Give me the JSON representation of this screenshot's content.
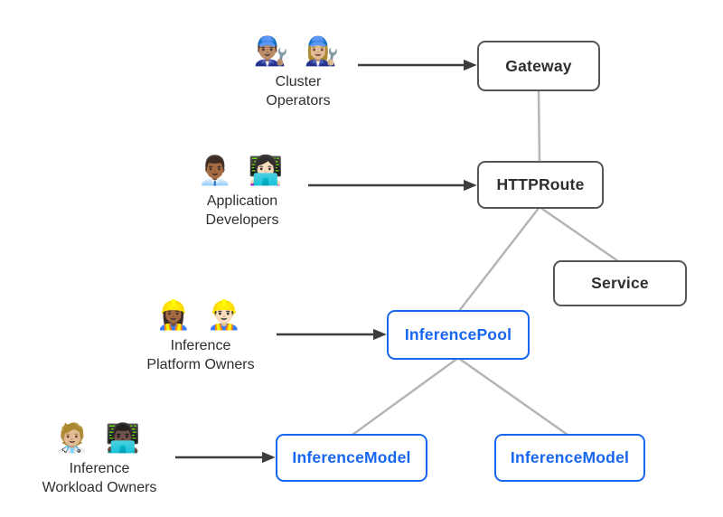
{
  "actors": {
    "cluster_operators": {
      "emojis": "👨🏽‍🔧 👩🏼‍🔧",
      "line1": "Cluster",
      "line2": "Operators"
    },
    "application_developers": {
      "emojis": "👨🏾‍💼 👩🏻‍💻",
      "line1": "Application",
      "line2": "Developers"
    },
    "inference_platform_owners": {
      "emojis": "👷🏾‍♀️ 👷🏻‍♂️",
      "line1": "Inference",
      "line2": "Platform Owners"
    },
    "inference_workload_owners": {
      "emojis": "🧑🏼‍⚕️ 👨🏿‍💻",
      "line1": "Inference",
      "line2": "Workload Owners"
    }
  },
  "nodes": {
    "gateway": {
      "label": "Gateway",
      "style": "dark"
    },
    "httproute": {
      "label": "HTTPRoute",
      "style": "dark"
    },
    "service": {
      "label": "Service",
      "style": "dark"
    },
    "inference_pool": {
      "label": "InferencePool",
      "style": "blue"
    },
    "inference_model_left": {
      "label": "InferenceModel",
      "style": "blue"
    },
    "inference_model_right": {
      "label": "InferenceModel",
      "style": "blue"
    }
  },
  "edges": [
    {
      "from": "Cluster Operators",
      "to": "Gateway",
      "kind": "arrow"
    },
    {
      "from": "Application Developers",
      "to": "HTTPRoute",
      "kind": "arrow"
    },
    {
      "from": "Inference Platform Owners",
      "to": "InferencePool",
      "kind": "arrow"
    },
    {
      "from": "Inference Workload Owners",
      "to": "InferenceModel (left)",
      "kind": "arrow"
    },
    {
      "from": "Gateway",
      "to": "HTTPRoute",
      "kind": "line"
    },
    {
      "from": "HTTPRoute",
      "to": "Service",
      "kind": "line"
    },
    {
      "from": "HTTPRoute",
      "to": "InferencePool",
      "kind": "line"
    },
    {
      "from": "InferencePool",
      "to": "InferenceModel (left)",
      "kind": "line"
    },
    {
      "from": "InferencePool",
      "to": "InferenceModel (right)",
      "kind": "line"
    }
  ],
  "colors": {
    "background": "#ffffff",
    "node_border_dark": "#555555",
    "node_text_dark": "#2e2e2e",
    "node_blue": "#1766f0",
    "connector": "#b5b5b5",
    "arrow": "#3d3d3d",
    "label_text": "#2e2e2e"
  }
}
